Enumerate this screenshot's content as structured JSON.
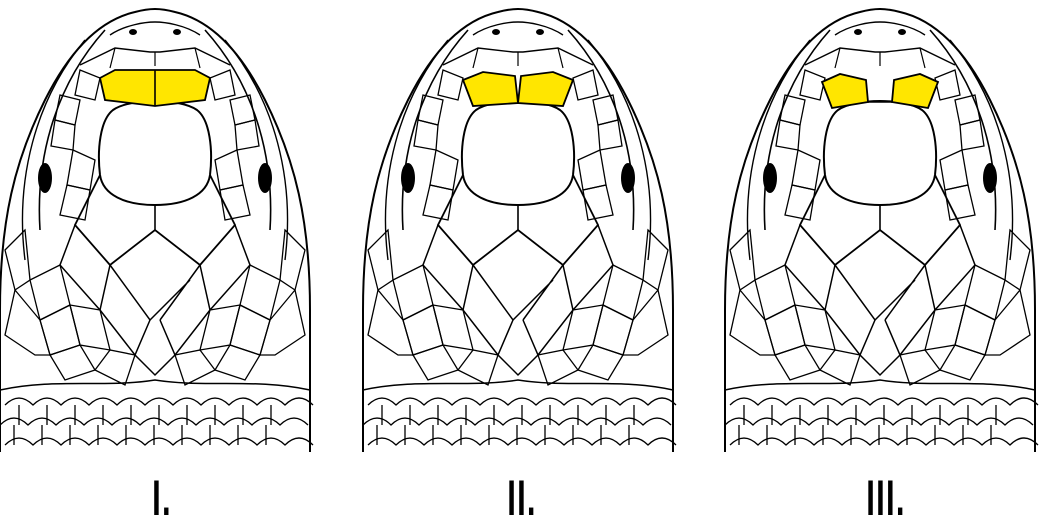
{
  "panels": [
    {
      "label": "I.",
      "highlight": "fused"
    },
    {
      "label": "II.",
      "highlight": "touching"
    },
    {
      "label": "III.",
      "highlight": "separated"
    }
  ],
  "colors": {
    "outline": "#000000",
    "background": "#ffffff",
    "highlight": "#ffe600",
    "eye": "#000000"
  }
}
